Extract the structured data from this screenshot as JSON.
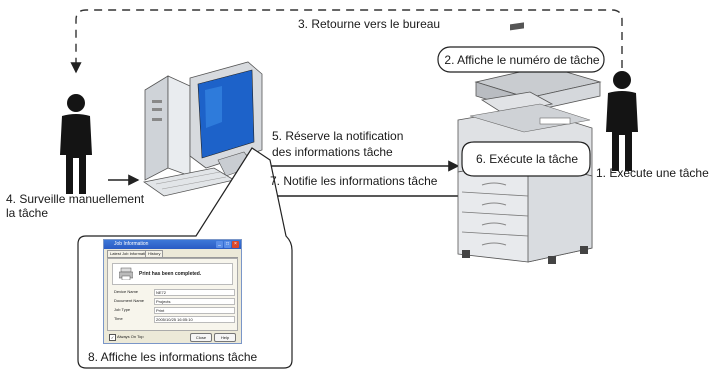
{
  "steps": {
    "s1": "1. Exécute une tâche",
    "s2": "2. Affiche le numéro de tâche",
    "s3": "3. Retourne vers le bureau",
    "s4_line1": "4. Surveille manuellement",
    "s4_line2": "la tâche",
    "s5_line1": "5. Réserve la notification",
    "s5_line2": "des informations tâche",
    "s6": "6. Exécute la tâche",
    "s7": "7. Notifie les informations tâche",
    "s8": "8. Affiche les informations tâche"
  },
  "dialog": {
    "title": "Job Information",
    "tabs": [
      "Latest Job Information",
      "History"
    ],
    "message": "Print has been completed.",
    "fields": [
      {
        "label": "Device Name",
        "value": "NE72"
      },
      {
        "label": "Document Name",
        "value": "Projects"
      },
      {
        "label": "Job Type",
        "value": "Print"
      },
      {
        "label": "Time",
        "value": "2005/10/25 16:05:10"
      }
    ],
    "always_on_top": "Always On Top",
    "close_label": "Close",
    "help_label": "Help"
  },
  "icons": [
    "person-icon",
    "computer-icon",
    "printer-icon",
    "printer-small-icon"
  ]
}
